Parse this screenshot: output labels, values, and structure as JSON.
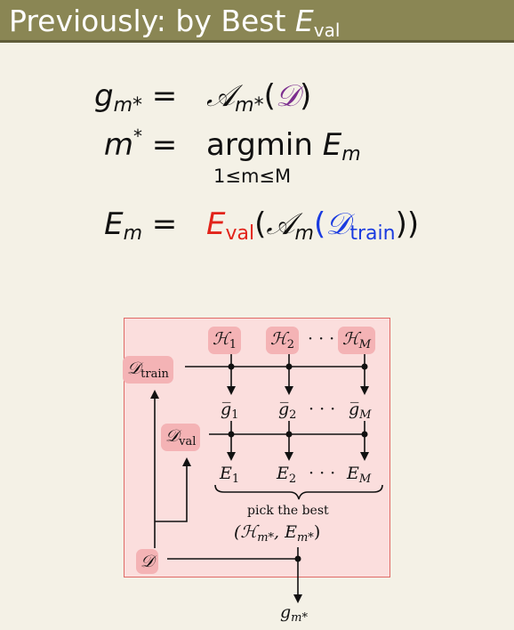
{
  "title": {
    "prefix": "Previously: by Best ",
    "var": "E",
    "sub": "val"
  },
  "equations": {
    "line1": {
      "lhs_var": "g",
      "lhs_sub": "m*",
      "op": "=",
      "rhs_alg": "𝒜",
      "rhs_sub": "m*",
      "rhs_open": "(",
      "rhs_data": "𝒟",
      "rhs_close": ")"
    },
    "line2": {
      "lhs_var": "m",
      "lhs_sup": "*",
      "op": "=",
      "rhs_text": "argmin ",
      "rhs_var": "E",
      "rhs_sub": "m",
      "under": "1≤m≤M"
    },
    "line3": {
      "lhs_var": "E",
      "lhs_sub": "m",
      "op": "=",
      "rhs_e": "E",
      "rhs_e_sub": "val",
      "rhs_open": "(",
      "rhs_alg": "𝒜",
      "rhs_alg_sub": "m",
      "rhs_open2": "(",
      "rhs_data": "𝒟",
      "rhs_data_sub": "train",
      "rhs_close": "))"
    }
  },
  "diagram": {
    "h_nodes": [
      {
        "sym": "ℋ",
        "sub": "1"
      },
      {
        "sym": "ℋ",
        "sub": "2"
      },
      {
        "sym": "ℋ",
        "sub": "M"
      }
    ],
    "h_dots": "· · ·",
    "d_train": {
      "sym": "𝒟",
      "sub": "train"
    },
    "d_val": {
      "sym": "𝒟",
      "sub": "val"
    },
    "d_full": {
      "sym": "𝒟"
    },
    "g_nodes": [
      {
        "sym": "g̅",
        "sub": "1"
      },
      {
        "sym": "g̅",
        "sub": "2"
      },
      {
        "sym": "g̅",
        "sub": "M"
      }
    ],
    "g_dots": "· · ·",
    "e_nodes": [
      {
        "sym": "E",
        "sub": "1"
      },
      {
        "sym": "E",
        "sub": "2"
      },
      {
        "sym": "E",
        "sub": "M"
      }
    ],
    "e_dots": "· · ·",
    "pick_label": "pick the best",
    "pick_result": "(ℋ",
    "pick_result_sub": "m*",
    "pick_result_mid": ", E",
    "pick_result_sub2": "m*",
    "pick_result_close": ")",
    "output": {
      "sym": "g",
      "sub": "m*"
    }
  },
  "colors": {
    "title_bar": "#8a8654",
    "background": "#f4f1e6",
    "e_val": "#e2231a",
    "d_purple": "#7b2d8e",
    "d_blue": "#1a3be0",
    "node_fill": "#f4b3b5",
    "diagram_fill": "#fbdedd"
  }
}
